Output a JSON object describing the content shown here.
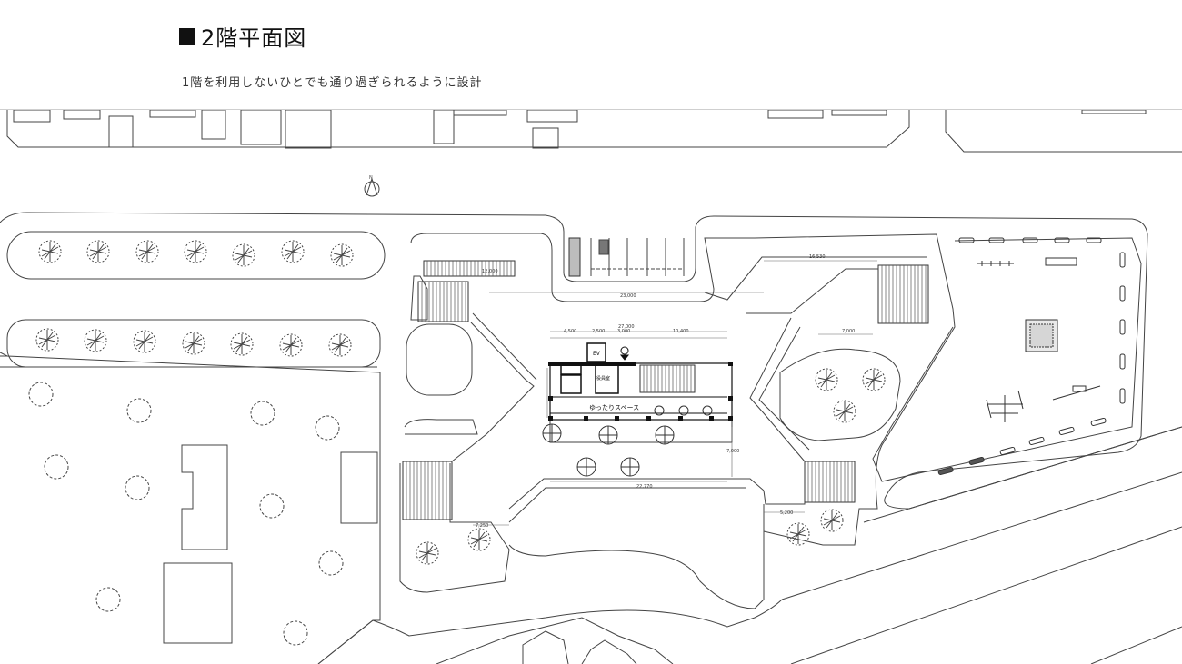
{
  "header": {
    "title": "2階平面図",
    "subtitle": "1階を利用しないひとでも通り過ぎられるように設計"
  },
  "plan": {
    "labels": {
      "space": "ゆったりスペース",
      "ev": "EV",
      "office": "役員室"
    },
    "north": "N",
    "dimensions": [
      "27,000",
      "4,500",
      "2,500",
      "3,000",
      "10,400",
      "23,000",
      "16,530",
      "7,000",
      "22,770",
      "7,000",
      "7,250",
      "5,200",
      "12,000"
    ]
  },
  "colors": {
    "line": "#444444",
    "accent": "#111111"
  }
}
